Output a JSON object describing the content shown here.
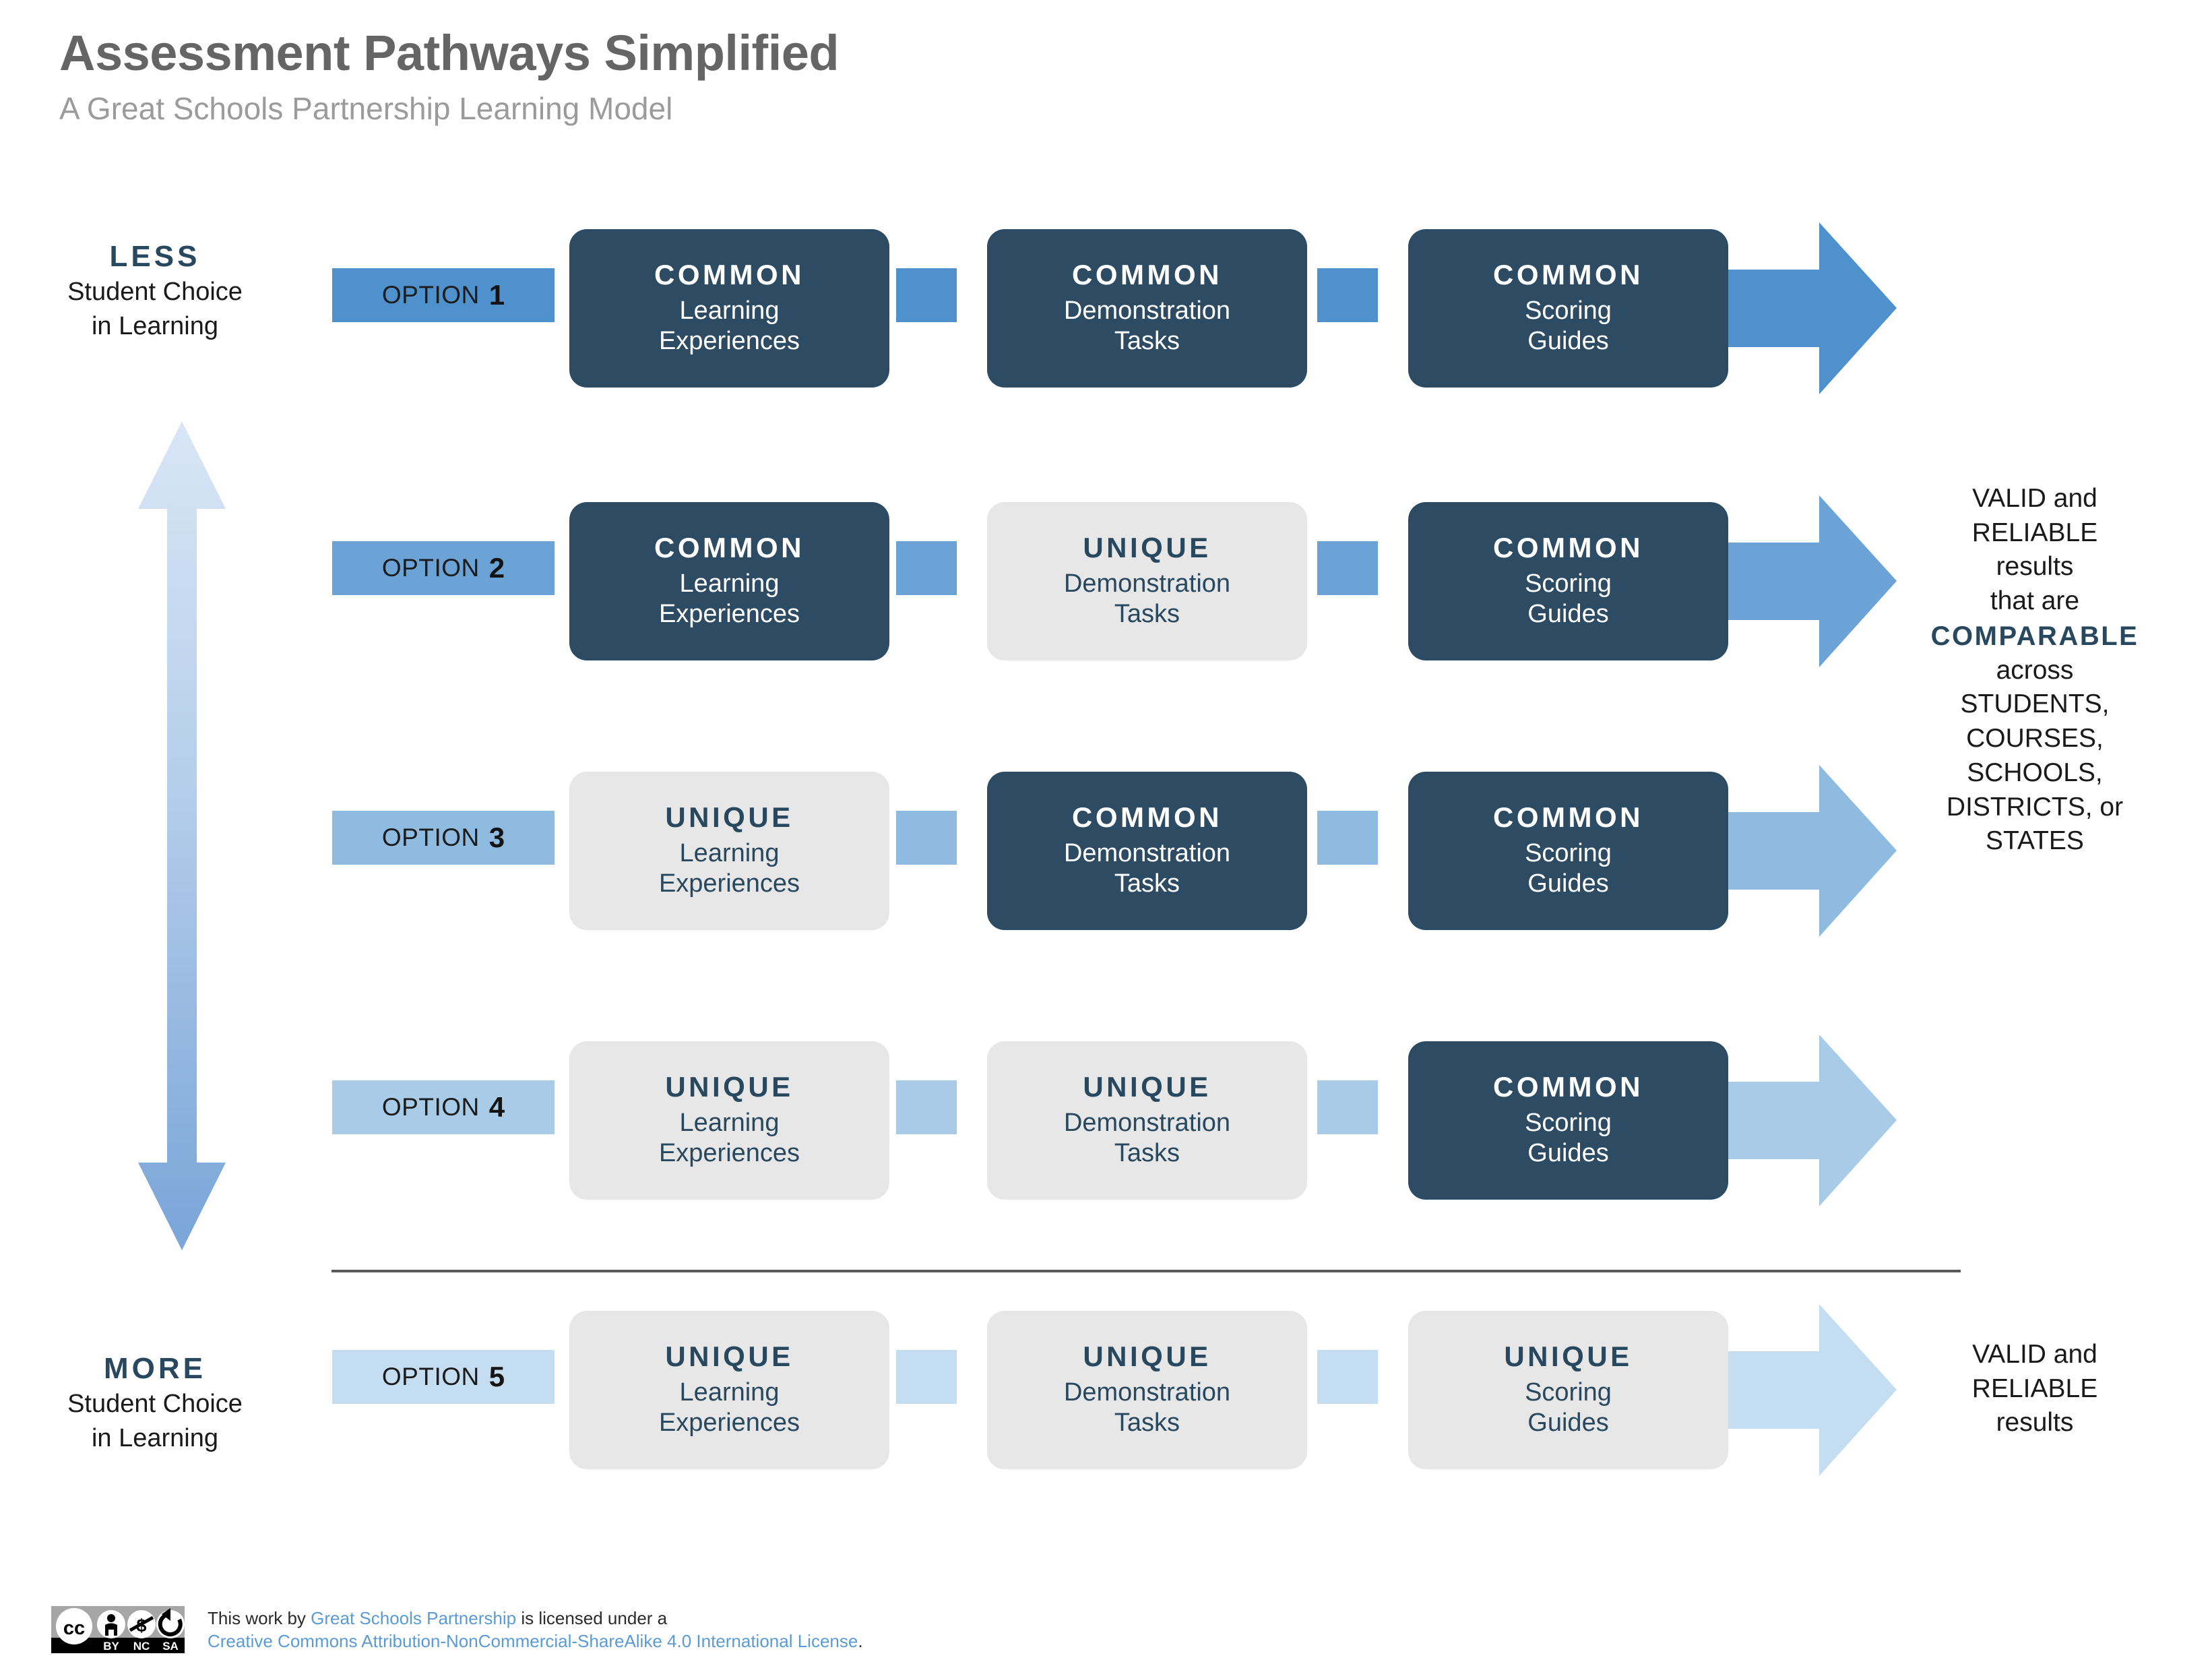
{
  "header": {
    "title": "Assessment Pathways Simplified",
    "subtitle": "A Great Schools Partnership Learning Model"
  },
  "axis": {
    "top": {
      "emphasis": "LESS",
      "line1": "Student Choice",
      "line2": "in Learning"
    },
    "bottom": {
      "emphasis": "MORE",
      "line1": "Student Choice",
      "line2": "in Learning"
    },
    "arrow_icon": "double-headed-vertical-arrow-icon",
    "gradient_from": "#d6e4f5",
    "gradient_to": "#7da7d9"
  },
  "colors": {
    "common_card": "#2d4c63",
    "unique_card": "#e7e7e7",
    "card_text_dark": "#28485f",
    "card_text_light": "#ffffff",
    "title": "#656565",
    "subtitle": "#9b9b9b",
    "divider": "#5a5a5a",
    "link": "#5b9bd5"
  },
  "rows": [
    {
      "option_word": "OPTION",
      "option_number": "1",
      "accent": "#4e91cd",
      "cards": [
        {
          "kind": "COMMON",
          "style": "common",
          "desc_line1": "Learning",
          "desc_line2": "Experiences"
        },
        {
          "kind": "COMMON",
          "style": "common",
          "desc_line1": "Demonstration",
          "desc_line2": "Tasks"
        },
        {
          "kind": "COMMON",
          "style": "common",
          "desc_line1": "Scoring",
          "desc_line2": "Guides"
        }
      ]
    },
    {
      "option_word": "OPTION",
      "option_number": "2",
      "accent": "#6ba3d6",
      "cards": [
        {
          "kind": "COMMON",
          "style": "common",
          "desc_line1": "Learning",
          "desc_line2": "Experiences"
        },
        {
          "kind": "UNIQUE",
          "style": "unique",
          "desc_line1": "Demonstration",
          "desc_line2": "Tasks"
        },
        {
          "kind": "COMMON",
          "style": "common",
          "desc_line1": "Scoring",
          "desc_line2": "Guides"
        }
      ]
    },
    {
      "option_word": "OPTION",
      "option_number": "3",
      "accent": "#8fbbe0",
      "cards": [
        {
          "kind": "UNIQUE",
          "style": "unique",
          "desc_line1": "Learning",
          "desc_line2": "Experiences"
        },
        {
          "kind": "COMMON",
          "style": "common",
          "desc_line1": "Demonstration",
          "desc_line2": "Tasks"
        },
        {
          "kind": "COMMON",
          "style": "common",
          "desc_line1": "Scoring",
          "desc_line2": "Guides"
        }
      ]
    },
    {
      "option_word": "OPTION",
      "option_number": "4",
      "accent": "#a8cbe8",
      "cards": [
        {
          "kind": "UNIQUE",
          "style": "unique",
          "desc_line1": "Learning",
          "desc_line2": "Experiences"
        },
        {
          "kind": "UNIQUE",
          "style": "unique",
          "desc_line1": "Demonstration",
          "desc_line2": "Tasks"
        },
        {
          "kind": "COMMON",
          "style": "common",
          "desc_line1": "Scoring",
          "desc_line2": "Guides"
        }
      ]
    },
    {
      "option_word": "OPTION",
      "option_number": "5",
      "accent": "#c5ddf0",
      "cards": [
        {
          "kind": "UNIQUE",
          "style": "unique",
          "desc_line1": "Learning",
          "desc_line2": "Experiences"
        },
        {
          "kind": "UNIQUE",
          "style": "unique",
          "desc_line1": "Demonstration",
          "desc_line2": "Tasks"
        },
        {
          "kind": "UNIQUE",
          "style": "unique",
          "desc_line1": "Scoring",
          "desc_line2": "Guides"
        }
      ]
    }
  ],
  "outcomes": {
    "comparable": {
      "l1": "VALID and",
      "l2": "RELIABLE",
      "l3": "results",
      "l4": "that are",
      "highlight": "COMPARABLE",
      "l5": "across",
      "l6": "STUDENTS,",
      "l7": "COURSES,",
      "l8": "SCHOOLS,",
      "l9": "DISTRICTS, or",
      "l10": "STATES"
    },
    "basic": {
      "l1": "VALID and",
      "l2": "RELIABLE",
      "l3": "results"
    }
  },
  "license": {
    "badge_cc": "cc",
    "badge_by": "BY",
    "badge_nc": "NC",
    "badge_sa": "SA",
    "text_before": "This work by ",
    "org_link": "Great Schools Partnership",
    "text_middle": " is licensed under a",
    "license_link": "Creative Commons Attribution-NonCommercial-ShareAlike 4.0 International License",
    "text_end": "."
  }
}
